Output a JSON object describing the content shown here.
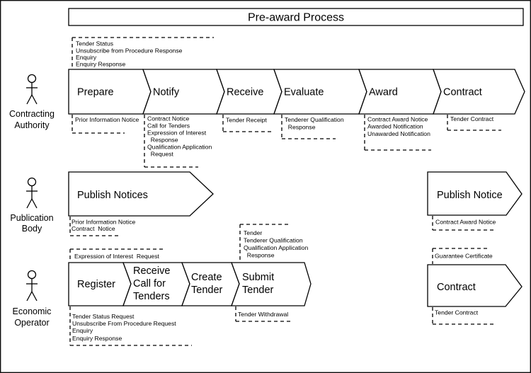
{
  "title": "Pre-award Process",
  "actors": [
    {
      "id": "ca",
      "label_lines": [
        "Contracting",
        "Authority"
      ]
    },
    {
      "id": "pb",
      "label_lines": [
        "Publication",
        "Body"
      ]
    },
    {
      "id": "eo",
      "label_lines": [
        "Economic",
        "Operator"
      ]
    }
  ],
  "ca_steps": [
    {
      "id": "prepare",
      "lines": [
        "Prepare"
      ]
    },
    {
      "id": "notify",
      "lines": [
        "Notify"
      ]
    },
    {
      "id": "receive",
      "lines": [
        "Receive"
      ]
    },
    {
      "id": "evaluate",
      "lines": [
        "Evaluate"
      ]
    },
    {
      "id": "award",
      "lines": [
        "Award"
      ]
    },
    {
      "id": "contract",
      "lines": [
        "Contract"
      ]
    }
  ],
  "ca_top_messages": [
    "Tender Status",
    "Unsubscribe from Procedure Response",
    "Enquiry",
    "Enquiry Response"
  ],
  "ca_bottom_messages": [
    {
      "id": "prepare",
      "lines": [
        "Prior Information Notice"
      ]
    },
    {
      "id": "notify",
      "lines": [
        "Contract Notice",
        "Call for Tenders",
        "Expression of Interest",
        "  Response",
        "Qualification Application",
        "  Request"
      ]
    },
    {
      "id": "receive",
      "lines": [
        "Tender Receipt"
      ]
    },
    {
      "id": "evaluate",
      "lines": [
        "Tenderer Qualification",
        "  Response"
      ]
    },
    {
      "id": "award",
      "lines": [
        "Contract Award Notice",
        "Awarded Notification",
        "Unawarded Notification"
      ]
    },
    {
      "id": "contract",
      "lines": [
        "Tender Contract"
      ]
    }
  ],
  "pb_steps": [
    {
      "id": "publish-notices",
      "lines": [
        "Publish Notices"
      ]
    },
    {
      "id": "publish-notice",
      "lines": [
        "Publish Notice"
      ]
    }
  ],
  "pb_messages": {
    "publish_notices": [
      "Prior Information Notice",
      "Contract  Notice"
    ],
    "publish_notice": [
      "Contract Award Notice"
    ]
  },
  "eo_steps": [
    {
      "id": "register",
      "lines": [
        "Register"
      ]
    },
    {
      "id": "receive-call",
      "lines": [
        "Receive",
        "Call for",
        "Tenders"
      ]
    },
    {
      "id": "create-tender",
      "lines": [
        "Create",
        "Tender"
      ]
    },
    {
      "id": "submit-tender",
      "lines": [
        "Submit",
        "Tender"
      ]
    },
    {
      "id": "contract",
      "lines": [
        "Contract"
      ]
    }
  ],
  "eo_messages": {
    "register_top": [
      "Expression of Interest  Request"
    ],
    "register_bottom": [
      "Tender Status Request",
      "Unsubscribe From Procedure Request",
      "Enquiry",
      "Enquiry Response"
    ],
    "submit_top": [
      "Tender",
      "Tenderer Qualification",
      "Qualification Application",
      "  Response"
    ],
    "submit_bottom": [
      "Tender Withdrawal"
    ],
    "contract_top": [
      "Guarantee Certificate"
    ],
    "contract_bottom": [
      "Tender Contract"
    ]
  }
}
